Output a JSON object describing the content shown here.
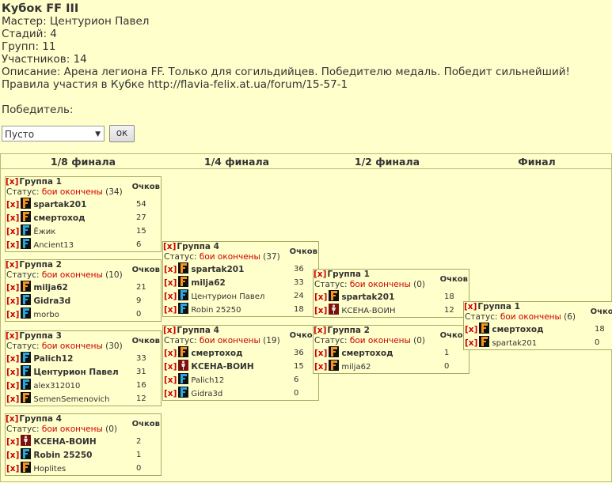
{
  "tournament": {
    "title": "Кубок FF III",
    "master": "Мастер: Центурион Павел",
    "stages": "Стадий: 4",
    "groups": "Групп: 11",
    "participants": "Участников: 14",
    "description": "Описание: Арена легиона FF. Только для согильдийцев. Победителю медаль. Победит сильнейший! Правила участия в Кубке http://flavia-felix.at.ua/forum/15-57-1",
    "winner_label": "Победитель:",
    "winner_select_value": "Пусто",
    "ok_label": "ок"
  },
  "stage_labels": [
    "1/8 финала",
    "1/4 финала",
    "1/2 финала",
    "Финал"
  ],
  "common": {
    "remove_mark": "[x]",
    "status_prefix": "Статус: ",
    "status_text": "бои окончены",
    "points_header": "Очков"
  },
  "groups": [
    {
      "title": "Группа 1",
      "count": " (34)",
      "players": [
        {
          "name": "spartak201",
          "score": "54",
          "icon": "orange",
          "bold": true
        },
        {
          "name": "смертоход",
          "score": "27",
          "icon": "orange",
          "bold": true
        },
        {
          "name": "Ёжик",
          "score": "15",
          "icon": "blue",
          "bold": false
        },
        {
          "name": "Ancient13",
          "score": "6",
          "icon": "blue",
          "bold": false
        }
      ]
    },
    {
      "title": "Группа 2",
      "count": " (10)",
      "players": [
        {
          "name": "milja62",
          "score": "21",
          "icon": "orange",
          "bold": true
        },
        {
          "name": "Gidra3d",
          "score": "9",
          "icon": "blue",
          "bold": true
        },
        {
          "name": "morbo",
          "score": "0",
          "icon": "blue",
          "bold": false
        }
      ]
    },
    {
      "title": "Группа 3",
      "count": " (30)",
      "players": [
        {
          "name": "Palich12",
          "score": "33",
          "icon": "blue",
          "bold": true
        },
        {
          "name": "Центурион Павел",
          "score": "31",
          "icon": "blue",
          "bold": true
        },
        {
          "name": "alex312010",
          "score": "16",
          "icon": "blue",
          "bold": false
        },
        {
          "name": "SemenSemenovich",
          "score": "12",
          "icon": "orange",
          "bold": false
        }
      ]
    },
    {
      "title": "Группа 4",
      "count": " (0)",
      "players": [
        {
          "name": "КСЕНА-ВОИН",
          "score": "2",
          "icon": "red",
          "bold": true
        },
        {
          "name": "Robin 25250",
          "score": "1",
          "icon": "blue",
          "bold": true
        },
        {
          "name": "Hoplites",
          "score": "0",
          "icon": "orange",
          "bold": false
        }
      ]
    },
    {
      "title": "Группа 4",
      "count": " (37)",
      "players": [
        {
          "name": "spartak201",
          "score": "36",
          "icon": "orange",
          "bold": true
        },
        {
          "name": "milja62",
          "score": "33",
          "icon": "orange",
          "bold": true
        },
        {
          "name": "Центурион Павел",
          "score": "24",
          "icon": "blue",
          "bold": false
        },
        {
          "name": "Robin 25250",
          "score": "18",
          "icon": "blue",
          "bold": false
        }
      ]
    },
    {
      "title": "Группа 4",
      "count": " (19)",
      "players": [
        {
          "name": "смертоход",
          "score": "36",
          "icon": "orange",
          "bold": true
        },
        {
          "name": "КСЕНА-ВОИН",
          "score": "15",
          "icon": "red",
          "bold": true
        },
        {
          "name": "Palich12",
          "score": "6",
          "icon": "blue",
          "bold": false
        },
        {
          "name": "Gidra3d",
          "score": "0",
          "icon": "blue",
          "bold": false
        }
      ]
    },
    {
      "title": "Группа 1",
      "count": " (0)",
      "players": [
        {
          "name": "spartak201",
          "score": "18",
          "icon": "orange",
          "bold": true
        },
        {
          "name": "КСЕНА-ВОИН",
          "score": "12",
          "icon": "red",
          "bold": false
        }
      ]
    },
    {
      "title": "Группа 2",
      "count": " (0)",
      "players": [
        {
          "name": "смертоход",
          "score": "1",
          "icon": "orange",
          "bold": true
        },
        {
          "name": "milja62",
          "score": "0",
          "icon": "orange",
          "bold": false
        }
      ]
    },
    {
      "title": "Группа 1",
      "count": " (6)",
      "players": [
        {
          "name": "смертоход",
          "score": "18",
          "icon": "orange",
          "bold": true
        },
        {
          "name": "spartak201",
          "score": "0",
          "icon": "orange",
          "bold": false
        }
      ]
    }
  ]
}
